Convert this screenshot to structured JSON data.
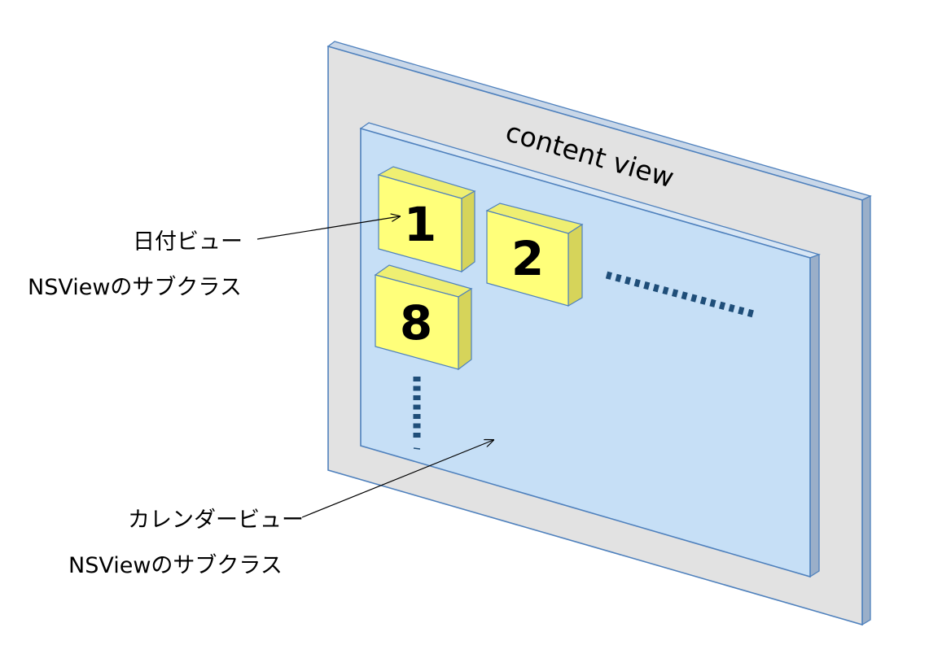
{
  "content_view": {
    "label": "content view"
  },
  "calendar_view": {
    "label_name": "カレンダービュー",
    "label_class": "NSViewのサブクラス"
  },
  "date_view": {
    "label_name": "日付ビュー",
    "label_class": "NSViewのサブクラス"
  },
  "date_cells": [
    "1",
    "2",
    "8"
  ],
  "colors": {
    "outer_panel": "#e2e2e2",
    "outer_edge": "#4f81bd",
    "inner_panel": "#c6dff6",
    "cell_face": "#ffff7a",
    "cell_side": "#d6d45a",
    "dots": "#1f4e79"
  }
}
